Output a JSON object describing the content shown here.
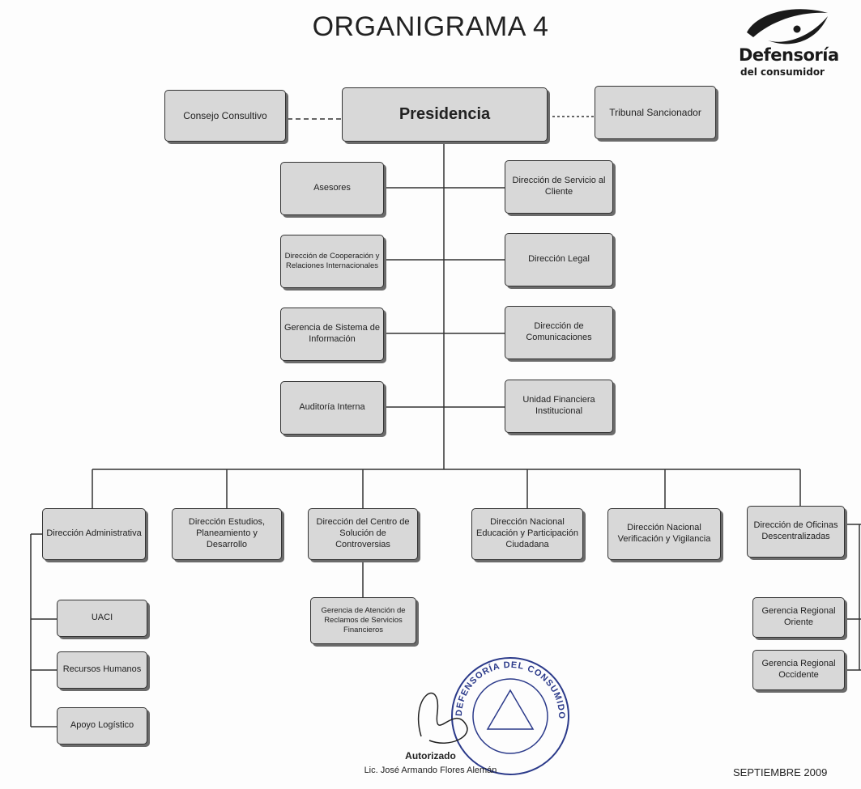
{
  "title": "ORGANIGRAMA  4",
  "logo": {
    "line1": "Defensoría",
    "line2": "del consumidor"
  },
  "top_row": {
    "presidencia": "Presidencia",
    "consejo": "Consejo Consultivo",
    "tribunal": "Tribunal Sancionador"
  },
  "staff_left": [
    "Asesores",
    "Dirección de Cooperación y Relaciones Internacionales",
    "Gerencia de Sistema de Información",
    "Auditoría Interna"
  ],
  "staff_right": [
    "Dirección de Servicio al Cliente",
    "Dirección Legal",
    "Dirección de Comunicaciones",
    "Unidad Financiera Institucional"
  ],
  "directorates": [
    "Dirección Administrativa",
    "Dirección Estudios, Planeamiento y Desarrollo",
    "Dirección del Centro de Solución de Controversias",
    "Dirección Nacional Educación y Participación Ciudadana",
    "Dirección Nacional Verificación y Vigilancia",
    "Dirección de Oficinas Descentralizadas"
  ],
  "admin_units": [
    "UACI",
    "Recursos Humanos",
    "Apoyo Logístico"
  ],
  "centro_unit": "Gerencia de Atención de Reclamos de Servicios Financieros",
  "regional_units": [
    "Gerencia Regional Oriente",
    "Gerencia Regional Occidente"
  ],
  "signature": {
    "label": "Autorizado",
    "name": "Lic. José Armando Flores Alemán"
  },
  "seal_text": "DEFENSORÍA DEL CONSUMIDOR",
  "date": "SEPTIEMBRE 2009"
}
